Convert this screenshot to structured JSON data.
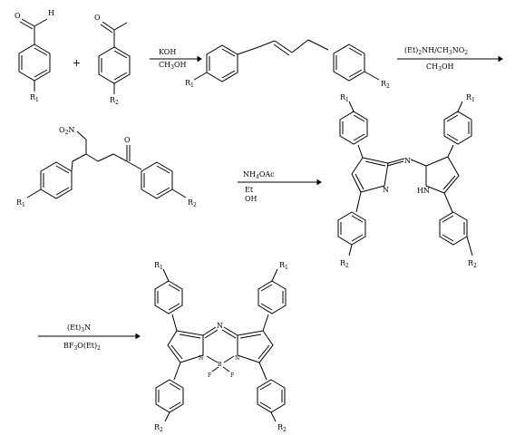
{
  "step1": {
    "benzaldehyde_atoms": {
      "O": "O",
      "H": "H",
      "R": "R",
      "sub": "1"
    },
    "plus": "+",
    "acetophenone_atoms": {
      "O": "O",
      "R": "R",
      "sub": "2"
    },
    "reagent_above": "KOH",
    "reagent_below": "CH3OH",
    "product_r1": {
      "R": "R",
      "sub": "1"
    },
    "product_r2": {
      "R": "R",
      "sub": "2"
    }
  },
  "step2": {
    "reagent_above": "(Et)2NH/CH3NO2",
    "reagent_below": "CH3OH"
  },
  "nitro_compound": {
    "no2": "O2N",
    "O": "O",
    "r1": {
      "R": "R",
      "sub": "1"
    },
    "r2": {
      "R": "R",
      "sub": "2"
    }
  },
  "step3": {
    "reagent_above": "NH4OAc",
    "reagent_below_1": "Et",
    "reagent_below_2": "OH"
  },
  "azadipyrrin": {
    "N_bridge": "N",
    "N_left": "N",
    "NH_right": "HN",
    "r1_left": {
      "R": "R",
      "sub": "1"
    },
    "r1_right": {
      "R": "R",
      "sub": "1"
    },
    "r2_left": {
      "R": "R",
      "sub": "2"
    },
    "r2_right": {
      "R": "R",
      "sub": "2"
    }
  },
  "step4": {
    "reagent_above": "(Et)3N",
    "reagent_below": "BF3O(Et)2"
  },
  "bodipy": {
    "N_bridge": "N",
    "N_left": "N",
    "N_right": "N",
    "B": "B",
    "F_left": "F",
    "F_right": "F",
    "r1_left": {
      "R": "R",
      "sub": "1"
    },
    "r1_right": {
      "R": "R",
      "sub": "1"
    },
    "r2_left": {
      "R": "R",
      "sub": "2"
    },
    "r2_right": {
      "R": "R",
      "sub": "2"
    }
  }
}
